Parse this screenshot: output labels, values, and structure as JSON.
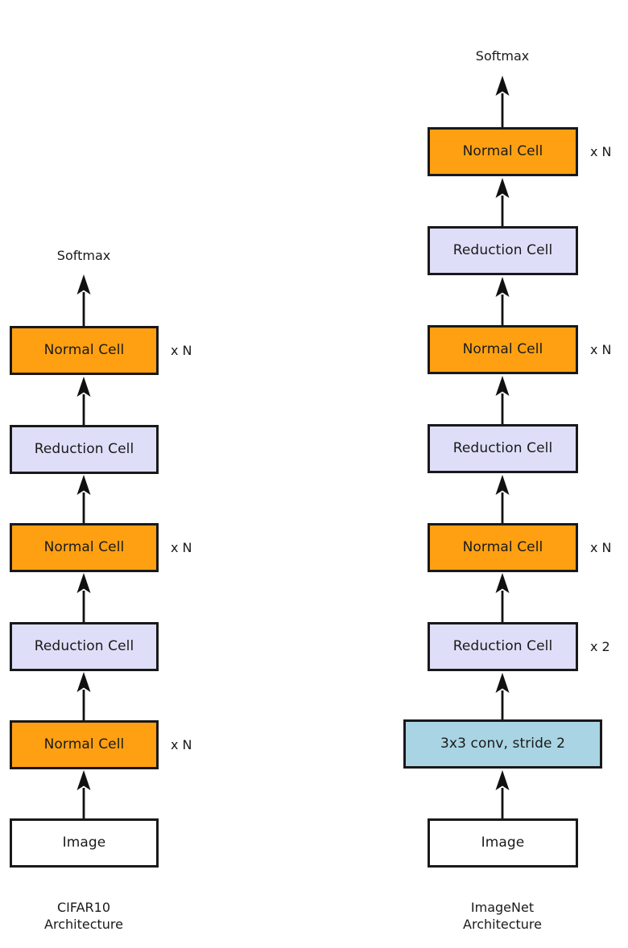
{
  "figure": {
    "background": "#ffffff",
    "colors": {
      "normal_cell": "#FFA012",
      "reduction_cell": "#DEDEF8",
      "conv": "#A9D4E3",
      "image": "#FFFFFF",
      "outline": "#191919",
      "text": "#1a1a1a"
    }
  },
  "columns": [
    {
      "id": "cifar10",
      "caption_line1": "CIFAR10",
      "caption_line2": "Architecture",
      "output_label": "Softmax",
      "blocks": [
        {
          "label": "Normal Cell",
          "kind": "normal",
          "multiplier": "x N"
        },
        {
          "label": "Reduction Cell",
          "kind": "reduction",
          "multiplier": ""
        },
        {
          "label": "Normal Cell",
          "kind": "normal",
          "multiplier": "x N"
        },
        {
          "label": "Reduction Cell",
          "kind": "reduction",
          "multiplier": ""
        },
        {
          "label": "Normal Cell",
          "kind": "normal",
          "multiplier": "x N"
        },
        {
          "label": "Image",
          "kind": "image",
          "multiplier": ""
        }
      ]
    },
    {
      "id": "imagenet",
      "caption_line1": "ImageNet",
      "caption_line2": "Architecture",
      "output_label": "Softmax",
      "blocks": [
        {
          "label": "Normal Cell",
          "kind": "normal",
          "multiplier": "x N"
        },
        {
          "label": "Reduction Cell",
          "kind": "reduction",
          "multiplier": ""
        },
        {
          "label": "Normal Cell",
          "kind": "normal",
          "multiplier": "x N"
        },
        {
          "label": "Reduction Cell",
          "kind": "reduction",
          "multiplier": ""
        },
        {
          "label": "Normal Cell",
          "kind": "normal",
          "multiplier": "x N"
        },
        {
          "label": "Reduction Cell",
          "kind": "reduction",
          "multiplier": "x 2"
        },
        {
          "label": "3x3 conv, stride 2",
          "kind": "conv",
          "multiplier": ""
        },
        {
          "label": "Image",
          "kind": "image",
          "multiplier": ""
        }
      ]
    }
  ]
}
